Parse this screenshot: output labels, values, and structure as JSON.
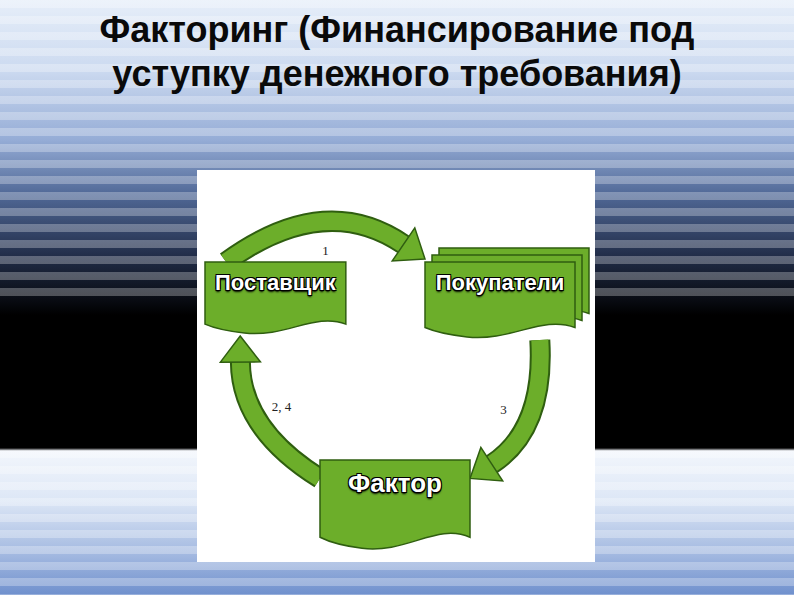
{
  "diagram": {
    "title": "Факторинг (Финансирование под уступку денежного требования)",
    "nodes": [
      {
        "text": [
          "Поставщик"
        ]
      },
      {
        "text": [
          "Покупатели"
        ]
      },
      {
        "text": [
          "Фактор"
        ]
      }
    ],
    "edges": [
      {
        "from": 0,
        "to": 1,
        "arrow": "to",
        "label": "1"
      },
      {
        "from": 1,
        "to": 2,
        "arrow": "to",
        "label": "3"
      },
      {
        "from": 2,
        "to": 0,
        "arrow": "to",
        "label": "2, 4"
      }
    ]
  }
}
